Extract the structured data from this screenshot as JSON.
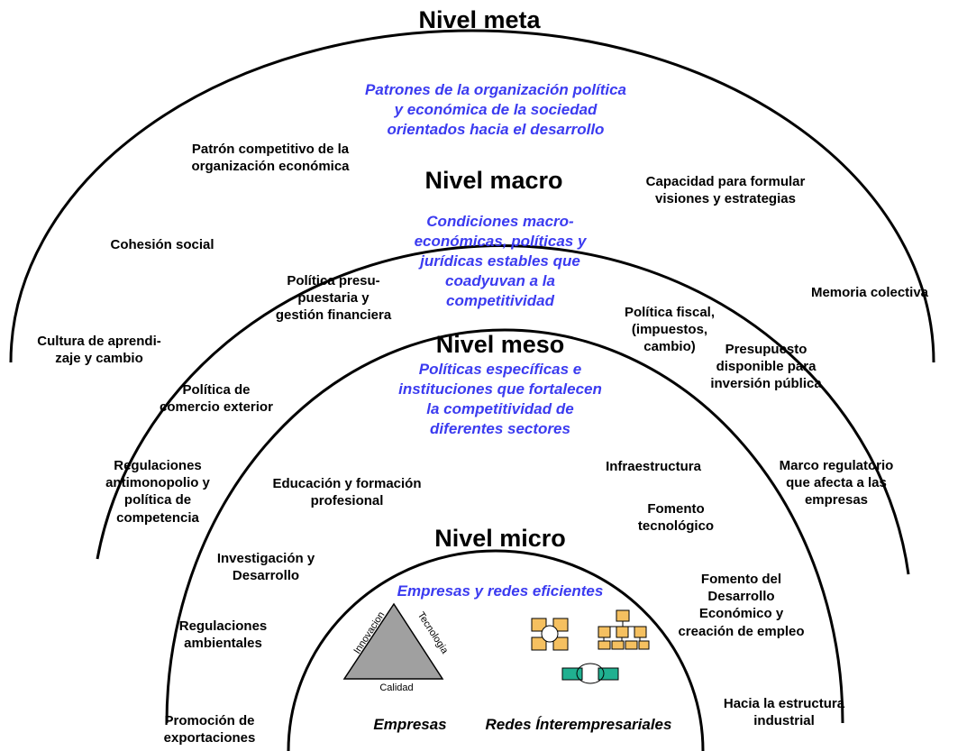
{
  "levels": {
    "meta": {
      "title": "Nivel meta",
      "description": "Patrones de la organización política\ny económica de la sociedad\norientados hacia el desarrollo",
      "factors": {
        "patron": "Patrón competitivo de la\norganización económica",
        "cohesion": "Cohesión social",
        "cultura": "Cultura  de aprendi-\nzaje y cambio",
        "capacidad": "Capacidad para formular\nvisiones y estrategias",
        "memoria": "Memoria colectiva"
      }
    },
    "macro": {
      "title": "Nivel macro",
      "description": "Condiciones macro-\neconómicas, políticas y\njurídicas estables que\ncoadyuvan a la\ncompetitividad",
      "factors": {
        "presupuestaria": "Política presu-\npuestaria y\ngestión financiera",
        "comercio": "Política de\ncomercio exterior",
        "antimonopolio": "Regulaciones\nantimonopolio y\npolítica de\ncompetencia",
        "fiscal": "Política fiscal,\n(impuestos,\ncambio)",
        "presupuesto": "Presupuesto\ndisponible para\ninversión pública",
        "marco": "Marco regulatorio\nque afecta a las\nempresas"
      }
    },
    "meso": {
      "title": "Nivel meso",
      "description": "Políticas específicas e\ninstituciones que fortalecen\nla competitividad de\ndiferentes sectores",
      "factors": {
        "educacion": "Educación y formación\nprofesional",
        "investigacion": "Investigación y\nDesarrollo",
        "ambientales": "Regulaciones\nambientales",
        "exportaciones": "Promoción de\nexportaciones",
        "infraestructura": "Infraestructura",
        "fomento_tec": "Fomento\ntecnológico",
        "fomento_des": "Fomento del\nDesarrollo\nEconómico y\ncreación de empleo",
        "estructura": "Hacia la estructura\nindustrial"
      }
    },
    "micro": {
      "title": "Nivel micro",
      "description": "Empresas y redes eficientes",
      "empresas": "Empresas",
      "redes": "Redes Ínterempresariales",
      "triangle": {
        "left": "Innovacion",
        "right": "Tecnologia",
        "bottom": "Calidad"
      }
    }
  },
  "colors": {
    "description": "#3b3bf0",
    "triangle": "#a0a0a0",
    "network_orange": "#f5c060",
    "network_green": "#20b090"
  }
}
